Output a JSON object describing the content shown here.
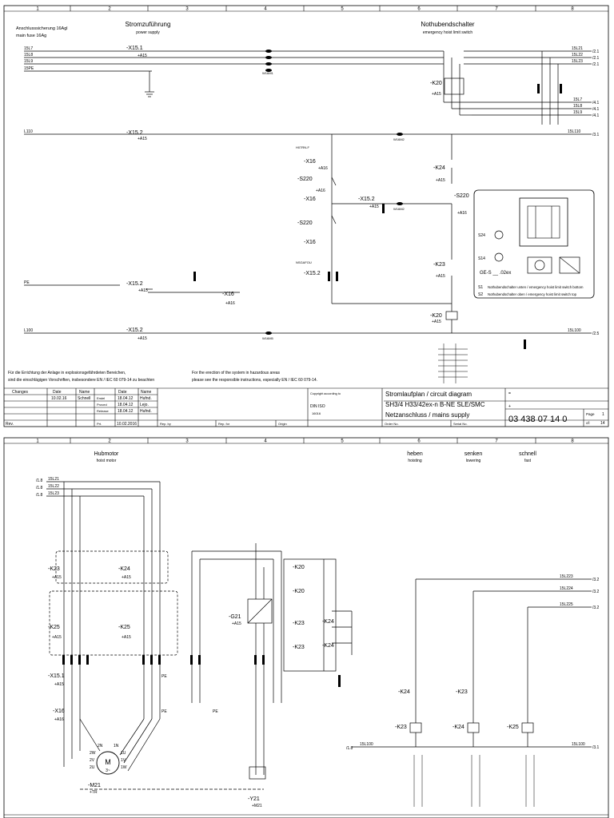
{
  "sheet1": {
    "columns": [
      "1",
      "2",
      "3",
      "4",
      "5",
      "6",
      "7",
      "8"
    ],
    "left_note_de": "Anschlusssicherung 16Agl",
    "left_note_en": "main fuse 16Ag",
    "power_title_de": "Stromzuführung",
    "power_title_en": "power supply",
    "estop_title_de": "Nothubendschalter",
    "estop_title_en": "emergency hoist limit switch",
    "wires_left": [
      "15L7",
      "15L8",
      "15L9",
      "15PE",
      "L110",
      "PE",
      "L100"
    ],
    "terminals": {
      "x15_1": "-X15.1",
      "a15": "+A15",
      "x15_2": "-X15.2",
      "x16": "-X16",
      "a16": "+A16",
      "s220": "-S220",
      "k20": "-K20",
      "k23": "-K23",
      "k24": "-K24"
    },
    "cable_labels": [
      "H07RN-F",
      "NSGAFOU",
      "W16M1",
      "W16M2",
      "W16M5"
    ],
    "wires_right": [
      "15L21",
      "15L22",
      "15L23",
      "15L7",
      "15L8",
      "15L9",
      "15L110",
      "15L100"
    ],
    "xrefs_right": [
      "/2.1",
      "/2.1",
      "/2.1",
      "/4.1",
      "/4.1",
      "/4.1",
      "/3.1",
      "/2.5"
    ],
    "switch_box": {
      "ge": "GE-S __ .02ex",
      "s1_id": "S1",
      "s1_text": "Nothubendschalter unten / emergency hoist limit switch bottom",
      "s2_id": "S2",
      "s2_text": "Nothubendschalter oben / emergency hoist limit switch top",
      "labels": [
        "S24",
        "S14"
      ]
    },
    "note_de_1": "Für die Errichtung der Anlage in explosionsgefährdeten Bereichen,",
    "note_de_2": "sind die einschlägigen Vorschriften, insbesondere EN / IEC 60 079-14 zu beachten",
    "note_en_1": "For the erection of the system in hazardous areas",
    "note_en_2": "please see the responsible instructions, especially EN / IEC 60 079-14.",
    "titleblock": {
      "changes": "Changes",
      "date": "Date",
      "name": "Name",
      "rev": "Rev.",
      "change_date": "10.02.16",
      "change_name": "Schnell",
      "rows": [
        {
          "role": "Erstel",
          "date": "18.04.12",
          "name": "Hufnd."
        },
        {
          "role": "Proved",
          "date": "18.04.12",
          "name": "Lejo."
        },
        {
          "role": "Release",
          "date": "18.04.12",
          "name": "Hufnd."
        },
        {
          "role": "Prt.",
          "date": "10.02.2016",
          "name": ""
        }
      ],
      "rep_by": "Rep. by",
      "rep_for": "Rep. for",
      "origin": "Origin",
      "copyright": "Copyright according to",
      "din": "DIN ISO",
      "din_no": "16016",
      "title_1": "Stromlaufplan / circuit diagram",
      "title_2": "SH3/4 H33/42ex-n B-NE SLE/SMC",
      "title_3": "Netzanschluss / mains supply",
      "order_no": "Order No.",
      "serial_no": "Serial No.",
      "eq": "=",
      "plus": "+",
      "drawing_no": "03 438 07 14 0",
      "page_label": "Page",
      "page": "1",
      "of_label": "of:",
      "of": "14"
    }
  },
  "sheet2": {
    "columns": [
      "1",
      "2",
      "3",
      "4",
      "5",
      "6",
      "7",
      "8"
    ],
    "motor_title_de": "Hubmotor",
    "motor_title_en": "hoist motor",
    "heben": "heben",
    "heben_en": "hoisting",
    "senken": "senken",
    "senken_en": "lowering",
    "schnell": "schnell",
    "schnell_en": "fast",
    "wires_in": [
      "15L21",
      "15L22",
      "15L23"
    ],
    "xref_in": "/1.8",
    "contactors": [
      "-K23",
      "-K24",
      "-K25",
      "-K25",
      "-K20",
      "-K20",
      "-K23",
      "-K23",
      "-K24",
      "-K24",
      "-G21"
    ],
    "terminals": {
      "x15_1": "-X15.1",
      "x16": "-X16",
      "a15": "+A15",
      "a16": "+A16",
      "pe": "PE"
    },
    "motor": {
      "id": "-M21",
      "loc": "+TR",
      "symbol": "M",
      "phase": "3~",
      "brake": "-Y21",
      "brake_loc": "+M21"
    },
    "motor_terminals": [
      "2N",
      "1N",
      "2W",
      "1U",
      "2V",
      "1V",
      "2U",
      "1W"
    ],
    "wires_right": [
      "15L223",
      "15L224",
      "15L225",
      "15L100"
    ],
    "xrefs_right": [
      "/3.2",
      "/3.2",
      "/3.2",
      "/3.1"
    ],
    "bottom_left_wire": "15L100",
    "bottom_left_xref": "/1.8"
  }
}
